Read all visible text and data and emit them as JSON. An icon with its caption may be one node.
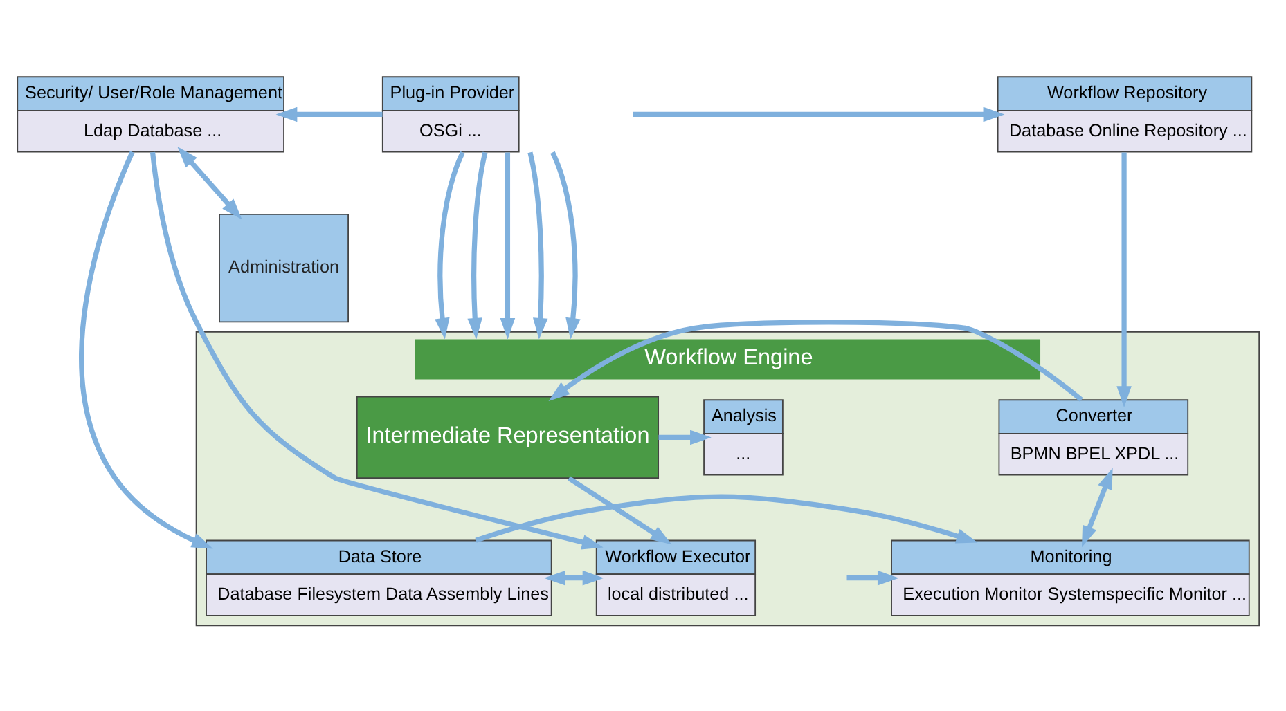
{
  "diagram": {
    "nodes": [
      {
        "text": [
          "Security/ User/Role Management",
          "Ldap Database ..."
        ]
      },
      {
        "text": [
          "Plug-in Provider",
          "OSGi ..."
        ]
      },
      {
        "text": [
          "Workflow Repository",
          "Database Online Repository ..."
        ]
      },
      {
        "text": [
          "Workflow Engine"
        ]
      },
      {
        "text": [
          "Administration"
        ]
      },
      {
        "text": [
          "Analysis",
          "..."
        ],
        "in": 3
      },
      {
        "text": [
          "Intermediate Representation"
        ],
        "in": 3
      },
      {
        "text": [
          "Converter",
          "BPMN BPEL XPDL ..."
        ],
        "in": 3
      },
      {
        "text": [
          "Workflow Executor",
          "local distributed ..."
        ],
        "in": 3
      },
      {
        "text": [
          "Data Store",
          "Database Filesystem Data Assembly Lines"
        ],
        "in": 3
      },
      {
        "text": [
          "Monitoring",
          "Execution Monitor Systemspecific Monitor ..."
        ],
        "in": 3
      }
    ],
    "edges": [
      {
        "from": 1,
        "to": 0,
        "arrow": "to"
      },
      {
        "from": 1,
        "to": 2,
        "arrow": "to"
      },
      {
        "from": 0,
        "to": 4,
        "arrow": "both"
      },
      {
        "from": 0,
        "to": 9,
        "arrow": "to"
      },
      {
        "from": 0,
        "to": 8,
        "arrow": "to"
      },
      {
        "from": 1,
        "to": 3,
        "arrow": "to"
      },
      {
        "from": 1,
        "to": 3,
        "arrow": "to"
      },
      {
        "from": 1,
        "to": 3,
        "arrow": "to"
      },
      {
        "from": 1,
        "to": 3,
        "arrow": "to"
      },
      {
        "from": 1,
        "to": 3,
        "arrow": "to"
      },
      {
        "from": 2,
        "to": 7,
        "arrow": "to"
      },
      {
        "from": 6,
        "to": 5,
        "arrow": "to"
      },
      {
        "from": 7,
        "to": 6,
        "arrow": "to"
      },
      {
        "from": 6,
        "to": 8,
        "arrow": "to"
      },
      {
        "from": 7,
        "to": 10,
        "arrow": "both"
      },
      {
        "from": 9,
        "to": 8,
        "arrow": "both"
      },
      {
        "from": 8,
        "to": 10,
        "arrow": "to"
      },
      {
        "from": 9,
        "to": 10,
        "arrow": "to"
      }
    ]
  }
}
